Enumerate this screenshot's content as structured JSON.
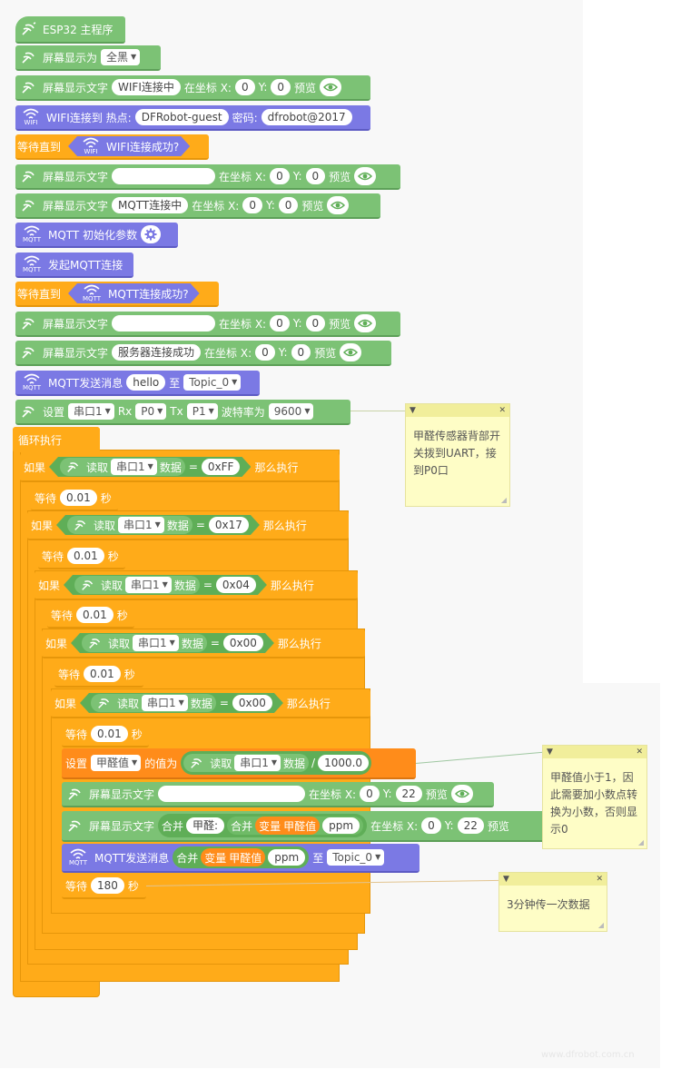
{
  "blocks": {
    "main_title": "ESP32 主程序",
    "screen_show_as": "屏幕显示为",
    "screen_mode": "全黑",
    "screen_text": "屏幕显示文字",
    "at_coord_x": "在坐标 X:",
    "y_label": "Y:",
    "preview": "预览",
    "wifi_connecting": "WIFI连接中",
    "zero": "0",
    "wifi_connect_to": "WIFI连接到 热点:",
    "ssid": "DFRobot-guest",
    "password_label": "密码:",
    "password": "dfrobot@2017",
    "wait_until": "等待直到",
    "wifi_success": "WIFI连接成功?",
    "wifi_icon_text": "WIFI",
    "mqtt_icon_text": "MQTT",
    "mqtt_connecting": "MQTT连接中",
    "mqtt_init": "MQTT 初始化参数",
    "mqtt_start": "发起MQTT连接",
    "mqtt_success": "MQTT连接成功?",
    "server_success": "服务器连接成功",
    "mqtt_send": "MQTT发送消息",
    "hello": "hello",
    "to": "至",
    "topic": "Topic_0",
    "set": "设置",
    "serial1": "串口1",
    "rx": "Rx",
    "p0": "P0",
    "tx": "Tx",
    "p1": "P1",
    "baud": "波特率为",
    "baud_val": "9600",
    "loop": "循环执行",
    "if": "如果",
    "read": "读取",
    "data": "数据",
    "eq": "=",
    "then": "那么执行",
    "wait": "等待",
    "sec": "秒",
    "v_0xff": "0xFF",
    "v_0x17": "0x17",
    "v_0x04": "0x04",
    "v_0x00": "0x00",
    "v_001": "0.01",
    "formaldehyde": "甲醛值",
    "value_of": "的值为",
    "div": "/",
    "divisor": "1000.0",
    "v_22": "22",
    "merge": "合并",
    "formaldehyde_colon": "甲醛:",
    "variable": "变量",
    "formaldehyde_var": "甲醛值",
    "ppm": "ppm",
    "preview_cut": "预览",
    "v_180": "180"
  },
  "notes": {
    "note1": "甲醛传感器背部开关拨到UART，接到P0口",
    "note2": "甲醛值小于1，因此需要加小数点转换为小数，否则显示0",
    "note3": "3分钟传一次数据"
  },
  "watermark": "www.dfrobot.com.cn"
}
